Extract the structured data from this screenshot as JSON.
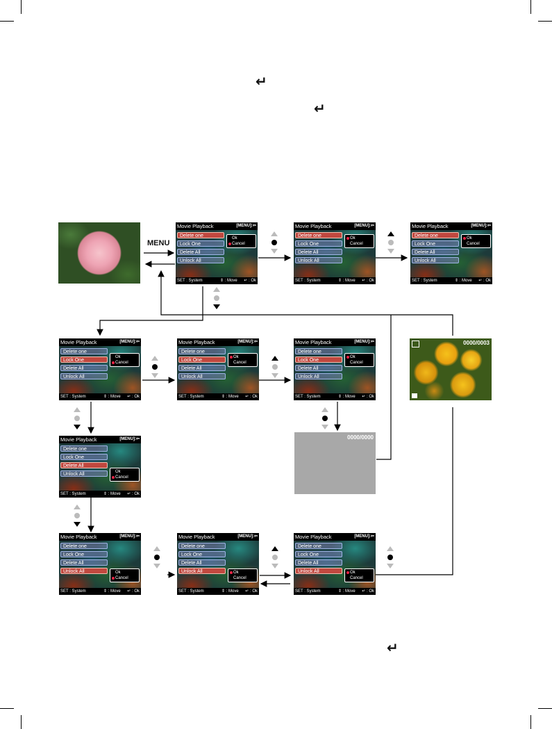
{
  "enter_glyph": "↵",
  "menu_label": "MENU",
  "screen": {
    "title": "Movie Playback",
    "menu_tag": "[MENU]:⇦",
    "items": [
      "Delete one",
      "Lock One",
      "Delete All",
      "Unlock All"
    ],
    "popup": [
      "Ok",
      "Cancel"
    ],
    "footer_set": "SET : System",
    "footer_move": "⇕ : Move",
    "footer_ok": "↵ : Ok"
  },
  "photo2_counter": "0000/0003",
  "grey_counter": "0000/0000"
}
